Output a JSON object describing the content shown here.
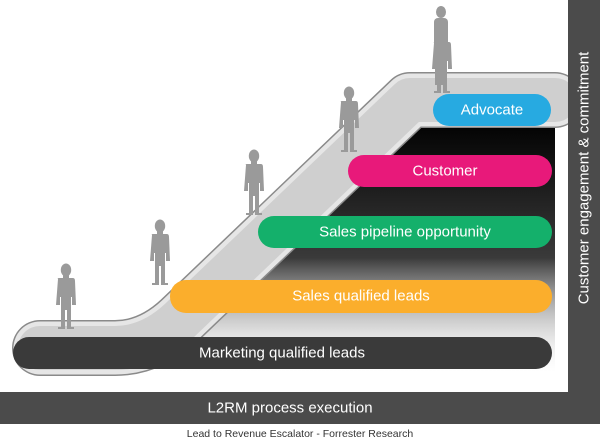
{
  "stages": [
    {
      "label": "Marketing qualified leads",
      "color": "#3a3a3a"
    },
    {
      "label": "Sales qualified leads",
      "color": "#fbae2c"
    },
    {
      "label": "Sales pipeline opportunity",
      "color": "#14b06b"
    },
    {
      "label": "Customer",
      "color": "#e8197a"
    },
    {
      "label": "Advocate",
      "color": "#27aae1"
    }
  ],
  "axes": {
    "x_label": "L2RM process execution",
    "y_label": "Customer engagement & commitment",
    "axis_color": "#4b4b4b"
  },
  "figures": {
    "count": 6,
    "color": "#9a9a9a"
  },
  "caption": "Lead to Revenue Escalator - Forrester Research"
}
